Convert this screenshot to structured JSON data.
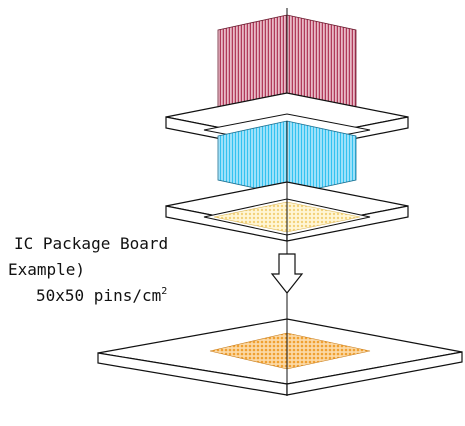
{
  "annotation": {
    "line1": "IC Package Board",
    "line2": "Example)",
    "line3_main": "50x50 pins/cm",
    "line3_sup": "2"
  },
  "colors": {
    "probe_pins": "#b03a5a",
    "interposer_pins": "#33c2f0",
    "pad_array_upper": "#f3d27a",
    "pad_array_lower": "#f0a030",
    "outline": "#111111",
    "background": "#ffffff"
  },
  "icons": {
    "arrow": "down-arrow-icon"
  }
}
